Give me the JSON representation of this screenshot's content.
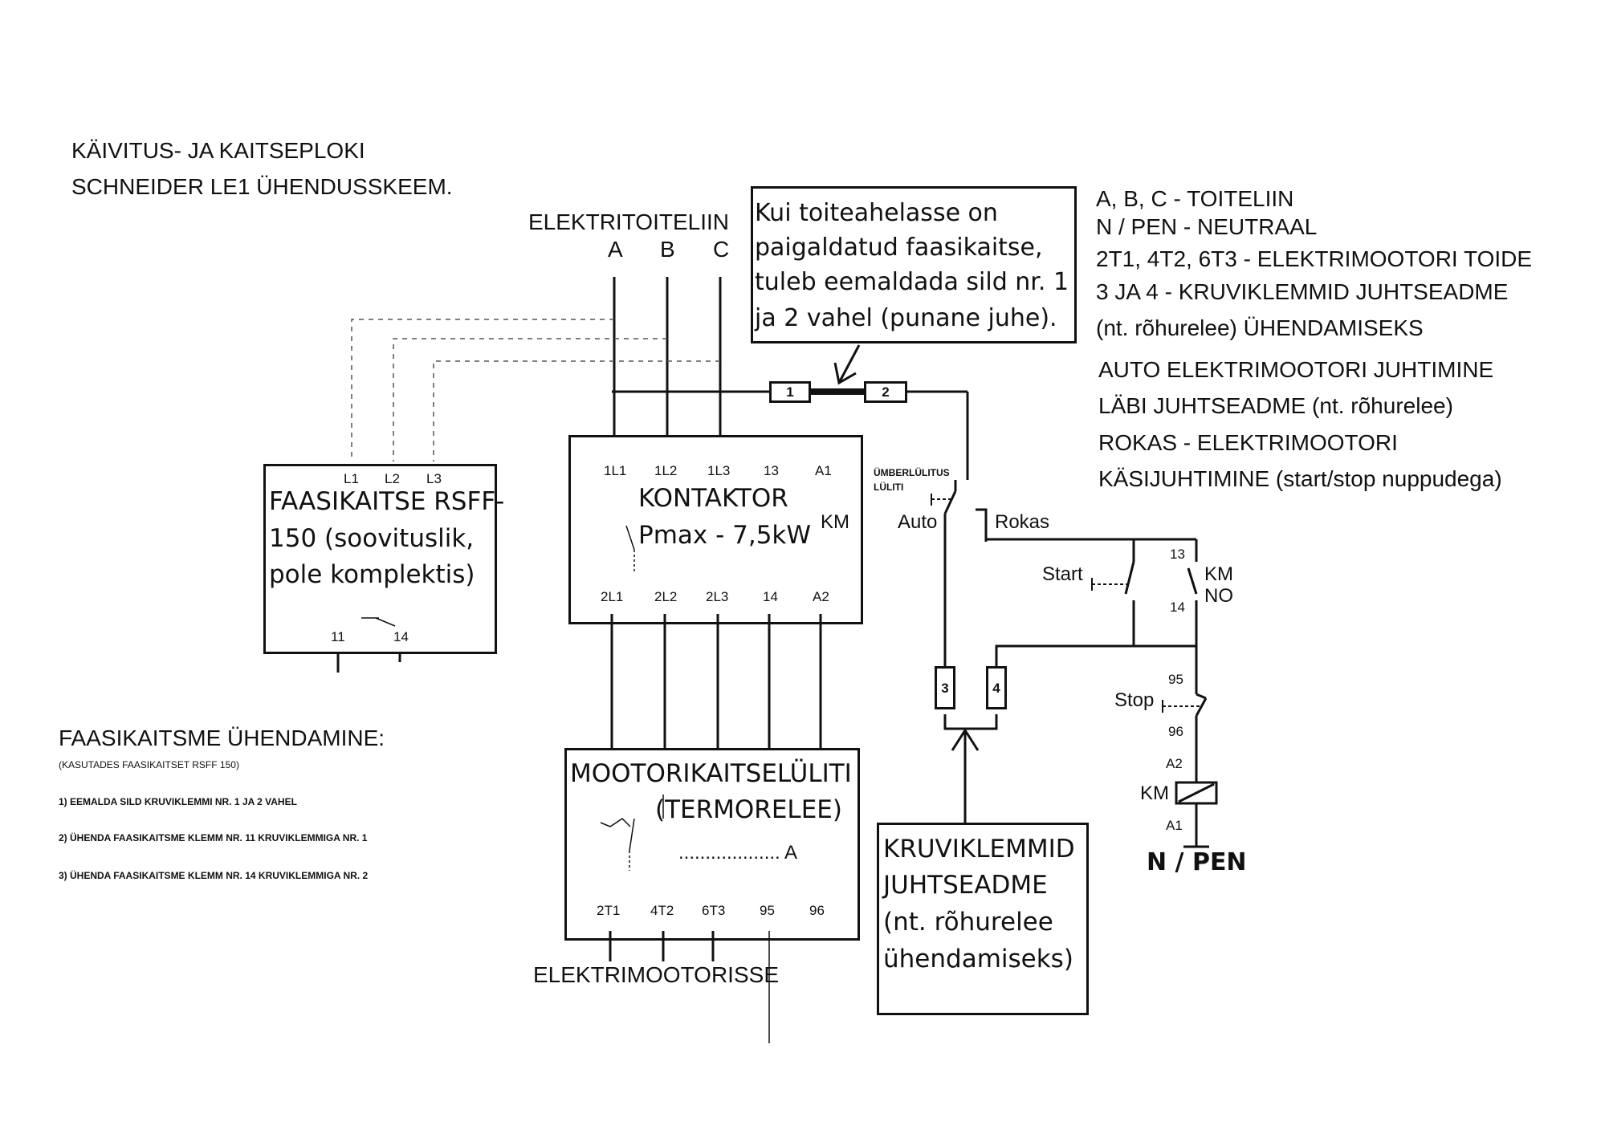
{
  "title": {
    "line1": "KÄIVITUS- JA KAITSEPLOKI",
    "line2": "SCHNEIDER LE1 ÜHENDUSSKEEM."
  },
  "supply": {
    "heading": "ELEKTRITOITELIIN",
    "phases": [
      "A",
      "B",
      "C"
    ]
  },
  "note": {
    "lines": [
      "Kui toiteahelasse on",
      "paigaldatud faasikaitse,",
      "tuleb eemaldada sild nr. 1",
      "ja 2  vahel (punane juhe)."
    ]
  },
  "legend": {
    "lines": [
      "A, B, C - TOITELIIN",
      "N / PEN - NEUTRAAL",
      "2T1, 4T2, 6T3 - ELEKTRIMOOTORI TOIDE",
      "3 JA 4 - KRUVIKLEMMID JUHTSEADME",
      "(nt. rõhurelee) ÜHENDAMISEKS",
      "AUTO   ELEKTRIMOOTORI JUHTIMINE",
      "LÄBI JUHTSEADME (nt. rõhurelee)",
      "ROKAS - ELEKTRIMOOTORI",
      "KÄSIJUHTIMINE (start/stop nuppudega)"
    ]
  },
  "phase_guard": {
    "top_terminals": [
      "L1",
      "L2",
      "L3"
    ],
    "text": [
      "FAASIKAITSE RSFF-",
      "150 (soovituslik,",
      "pole komplektis)"
    ],
    "bottom_terminals": [
      "11",
      "14"
    ]
  },
  "contactor": {
    "top_terminals": [
      "1L1",
      "1L2",
      "1L3",
      "13",
      "A1"
    ],
    "title": "KONTAKTOR",
    "power": "Pmax - 7,5kW",
    "designation": "KM",
    "bottom_terminals": [
      "2L1",
      "2L2",
      "2L3",
      "14",
      "A2"
    ]
  },
  "bridge_terminals": [
    "1",
    "2"
  ],
  "switch": {
    "label_line1": "ÜMBERLÜLITUS",
    "label_line2": "LÜLITI",
    "auto": "Auto",
    "manual": "Rokas"
  },
  "screw_terminals": [
    "3",
    "4"
  ],
  "control": {
    "start": "Start",
    "km_top": "13",
    "km_bottom": "14",
    "km": "KM",
    "no": "NO",
    "stop": "Stop",
    "stop_top": "95",
    "stop_bottom": "96",
    "coil_top": "A2",
    "coil": "KM",
    "coil_bottom": "A1",
    "neutral": "N / PEN"
  },
  "overload": {
    "title1": "MOOTORIKAITSELÜLITI",
    "title2": "(TERMORELEE)",
    "setting": "................... A",
    "terminals": [
      "2T1",
      "4T2",
      "6T3",
      "95",
      "96"
    ]
  },
  "motor_out": "ELEKTRIMOOTORISSE",
  "device_box": {
    "lines": [
      "KRUVIKLEMMID",
      "JUHTSEADME",
      "(nt. rõhurelee",
      "ühendamiseks)"
    ]
  },
  "instructions": {
    "heading": "FAASIKAITSME ÜHENDAMINE:",
    "subheading": "(KASUTADES FAASIKAITSET RSFF 150)",
    "steps": [
      "1) EEMALDA SILD KRUVIKLEMMI NR. 1 JA 2 VAHEL",
      "2) ÜHENDA FAASIKAITSME KLEMM NR. 11 KRUVIKLEMMIGA NR. 1",
      "3) ÜHENDA FAASIKAITSME KLEMM NR. 14 KRUVIKLEMMIGA NR. 2"
    ]
  }
}
